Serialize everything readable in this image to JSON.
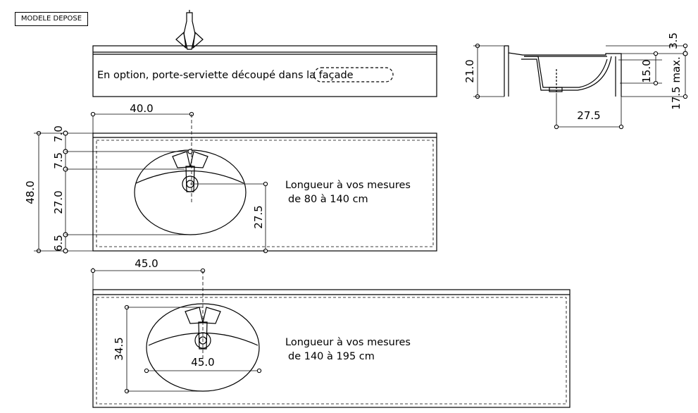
{
  "model_label": "MODELE DEPOSE",
  "front_view": {
    "option_text": "En option, porte-serviette découpé dans la façade"
  },
  "side_view": {
    "dims": {
      "thickness_top": "3.5",
      "total_height": "21.0",
      "bowl_depth": "15.0",
      "max_height": "17.5 max.",
      "drain_offset": "27.5"
    }
  },
  "plan_view_1": {
    "dims": {
      "width_to_tap": "40.0",
      "depth_total": "48.0",
      "back_edge": "7.0",
      "tap_offset": "7.5",
      "bowl_depth": "27.0",
      "front_edge": "6.5",
      "drain_to_front": "27.5"
    },
    "note_line1": "Longueur à vos mesures",
    "note_line2": "de 80 à 140 cm"
  },
  "plan_view_2": {
    "dims": {
      "width_to_tap": "45.0",
      "bowl_depth": "34.5",
      "bowl_width": "45.0"
    },
    "note_line1": "Longueur à vos mesures",
    "note_line2": "de 140 à 195 cm"
  }
}
